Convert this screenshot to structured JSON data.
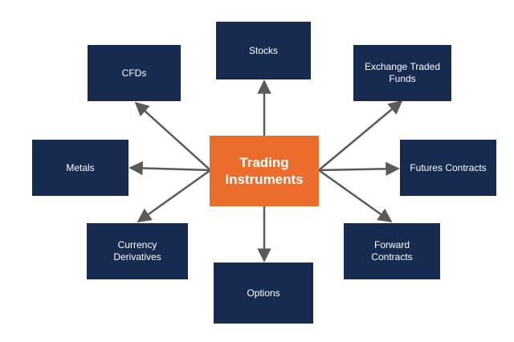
{
  "colors": {
    "center_fill": "#ec6c2b",
    "node_fill": "#172b50",
    "arrow": "#5a5a5a",
    "text": "#ffffff"
  },
  "center": {
    "label": "Trading\nInstruments"
  },
  "instruments": {
    "stocks": "Stocks",
    "cfds": "CFDs",
    "etf": "Exchange Traded\nFunds",
    "metals": "Metals",
    "futures": "Futures Contracts",
    "currency": "Currency\nDerivatives",
    "forward": "Forward\nContracts",
    "options": "Options"
  }
}
